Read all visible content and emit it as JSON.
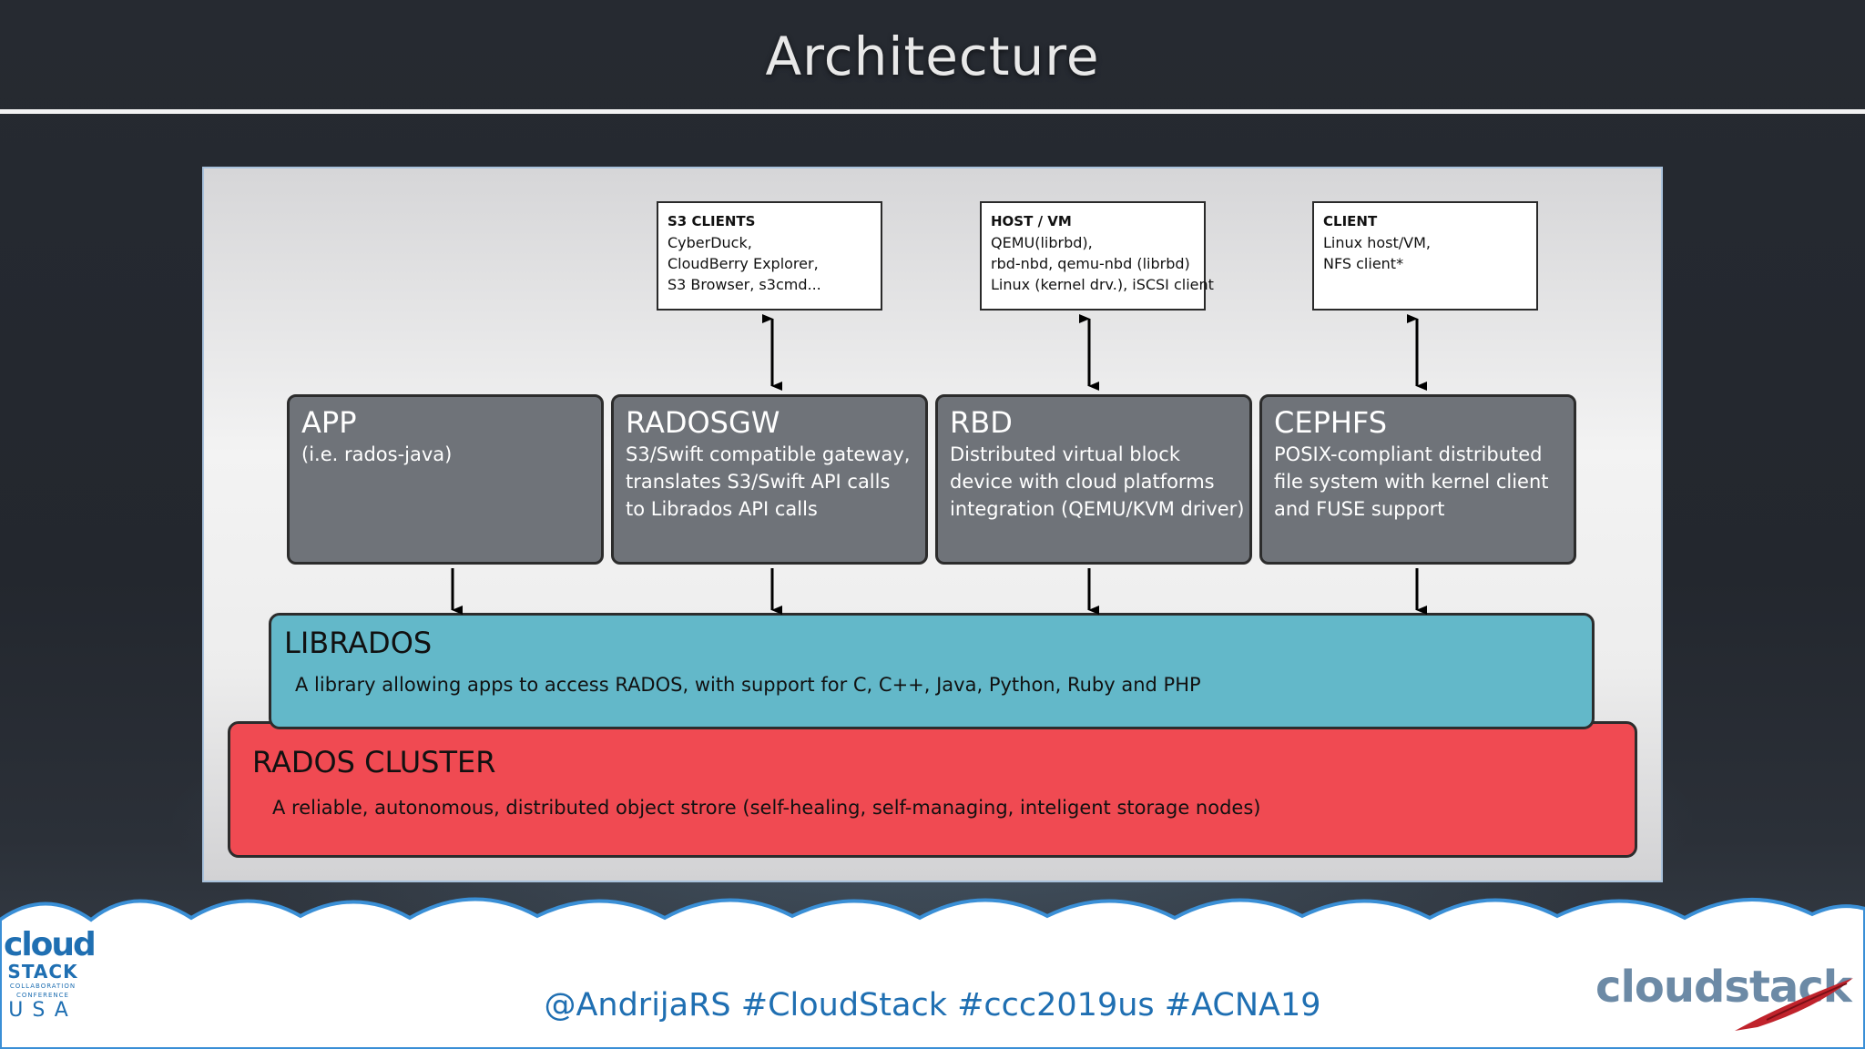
{
  "slide": {
    "title": "Architecture",
    "footer_text": "@AndrijaRS  #CloudStack  #ccc2019us  #ACNA19"
  },
  "clients": [
    {
      "title": "S3 CLIENTS",
      "lines": [
        "CyberDuck,",
        "CloudBerry Explorer,",
        "S3 Browser, s3cmd..."
      ]
    },
    {
      "title": "HOST / VM",
      "lines": [
        "QEMU(librbd),",
        "rbd-nbd, qemu-nbd (librbd)",
        "Linux (kernel drv.), iSCSI client"
      ]
    },
    {
      "title": "CLIENT",
      "lines": [
        "Linux host/VM,",
        "NFS client*"
      ]
    }
  ],
  "components": [
    {
      "title": "APP",
      "lines": [
        "(i.e. rados-java)"
      ]
    },
    {
      "title": "RADOSGW",
      "lines": [
        "S3/Swift compatible gateway,",
        "translates S3/Swift API calls",
        "to Librados API calls"
      ]
    },
    {
      "title": "RBD",
      "lines": [
        "Distributed virtual block",
        "device with cloud platforms",
        "integration (QEMU/KVM driver)"
      ]
    },
    {
      "title": "CEPHFS",
      "lines": [
        "POSIX-compliant distributed",
        "file system with kernel client",
        "and FUSE support"
      ]
    }
  ],
  "librados": {
    "title": "LIBRADOS",
    "description": "A library allowing apps to access RADOS, with support for C, C++, Java, Python, Ruby and PHP"
  },
  "rados_cluster": {
    "title": "RADOS CLUSTER",
    "description": "A reliable, autonomous, distributed object strore (self-healing, self-managing, inteligent storage nodes)"
  },
  "logos": {
    "left": {
      "line1": "cloud",
      "line2": "STACK",
      "line3a": "COLLABORATION",
      "line3b": "CONFERENCE",
      "line4": "USA"
    },
    "right": "cloudstack"
  },
  "colors": {
    "background": "#24282f",
    "component_gray": "#6f7379",
    "librados_teal": "#63b8c9",
    "rados_red": "#f04a52",
    "footer_blue": "#1f6fb2"
  }
}
